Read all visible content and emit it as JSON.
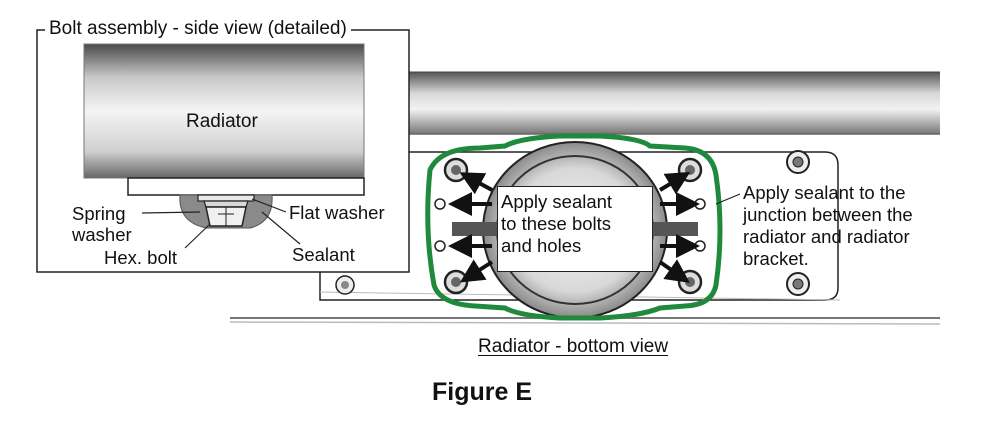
{
  "detail": {
    "title": "Bolt assembly - side view (detailed)",
    "radiator": "Radiator",
    "spring_washer_1": "Spring",
    "spring_washer_2": "washer",
    "flat_washer": "Flat washer",
    "hex_bolt": "Hex. bolt",
    "sealant": "Sealant"
  },
  "callout": {
    "line1_a": "Apply ",
    "line1_b": "sealant",
    "line2": "to these bolts",
    "line3": "and holes"
  },
  "note": {
    "line1_a": "Apply ",
    "line1_b": "sealant",
    "line1_c": " to the",
    "line2": "junction between the",
    "line3": "radiator and radiator",
    "line4": "bracket."
  },
  "view_caption": "Radiator - bottom view",
  "figure_label": "Figure E",
  "colors": {
    "highlight": "#1f8a3c",
    "line": "#222222",
    "grey": "#9a9a9a"
  }
}
